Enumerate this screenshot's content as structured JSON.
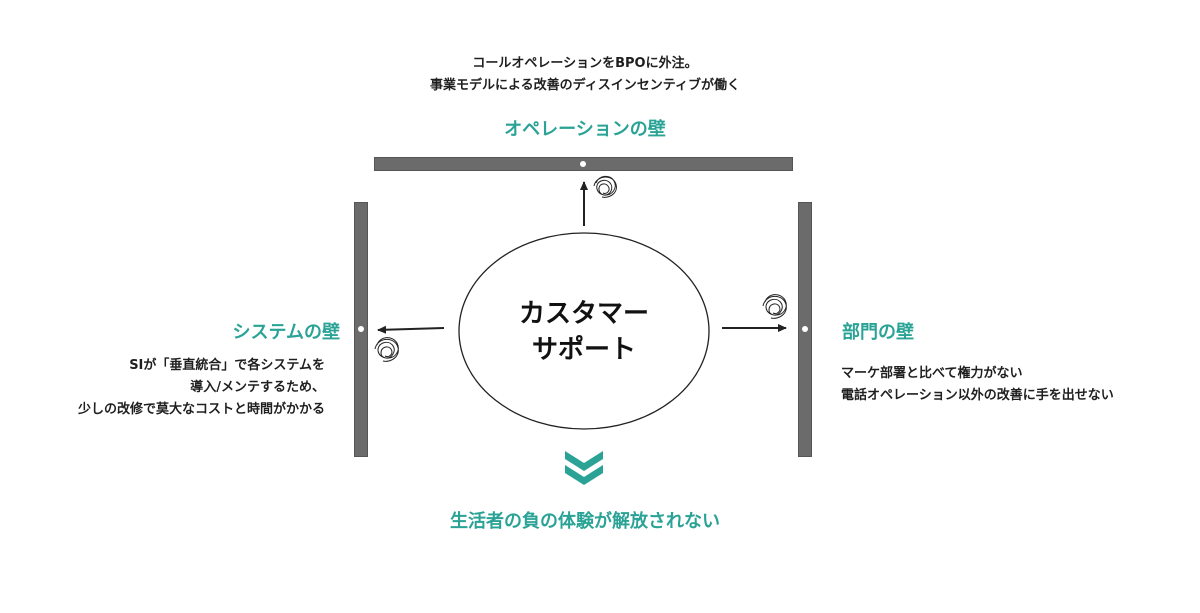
{
  "top_note": {
    "line1": "コールオペレーションをBPOに外注。",
    "line2": "事業モデルによる改善のディスインセンティブが働く"
  },
  "operation_wall": {
    "label": "オペレーションの壁"
  },
  "system_wall": {
    "label": "システムの壁",
    "line1": "SIが「垂直統合」で各システムを",
    "line2": "導入/メンテするため、",
    "line3": "少しの改修で莫大なコストと時間がかかる"
  },
  "department_wall": {
    "label": "部門の壁",
    "line1": "マーケ部署と比べて権力がない",
    "line2": "電話オペレーション以外の改善に手を出せない"
  },
  "center": {
    "line1": "カスタマー",
    "line2": "サポート"
  },
  "result": {
    "label": "生活者の負の体験が解放されない"
  },
  "colors": {
    "accent": "#2aa396",
    "wall": "#6b6b6b",
    "arrow": "#222222"
  }
}
